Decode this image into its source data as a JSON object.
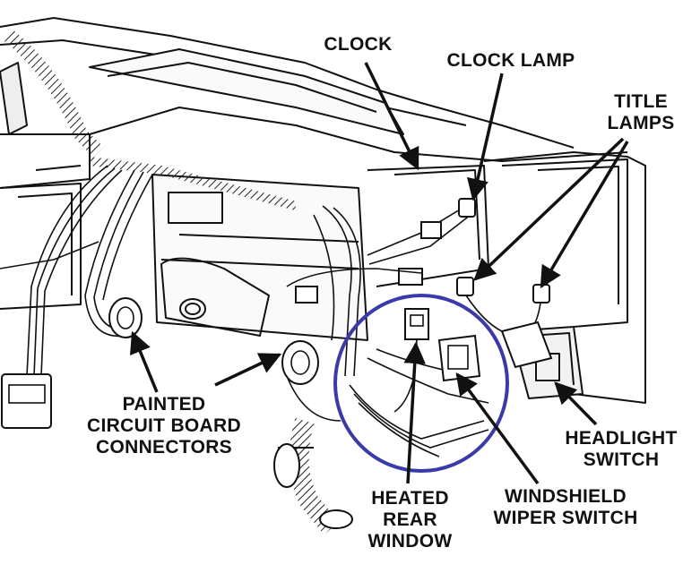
{
  "labels": {
    "clock": "CLOCK",
    "clock_lamp": "CLOCK LAMP",
    "title_lamps": [
      "TITLE",
      "LAMPS"
    ],
    "painted_connectors": [
      "PAINTED",
      "CIRCUIT BOARD",
      "CONNECTORS"
    ],
    "headlight_switch": [
      "HEADLIGHT",
      "SWITCH"
    ],
    "heated_rear_window": [
      "HEATED",
      "REAR",
      "WINDOW"
    ],
    "windshield_wiper_switch": [
      "WINDSHIELD",
      "WIPER SWITCH"
    ]
  },
  "colors": {
    "line": "#111111",
    "highlight_circle": "#3a3aa8"
  }
}
